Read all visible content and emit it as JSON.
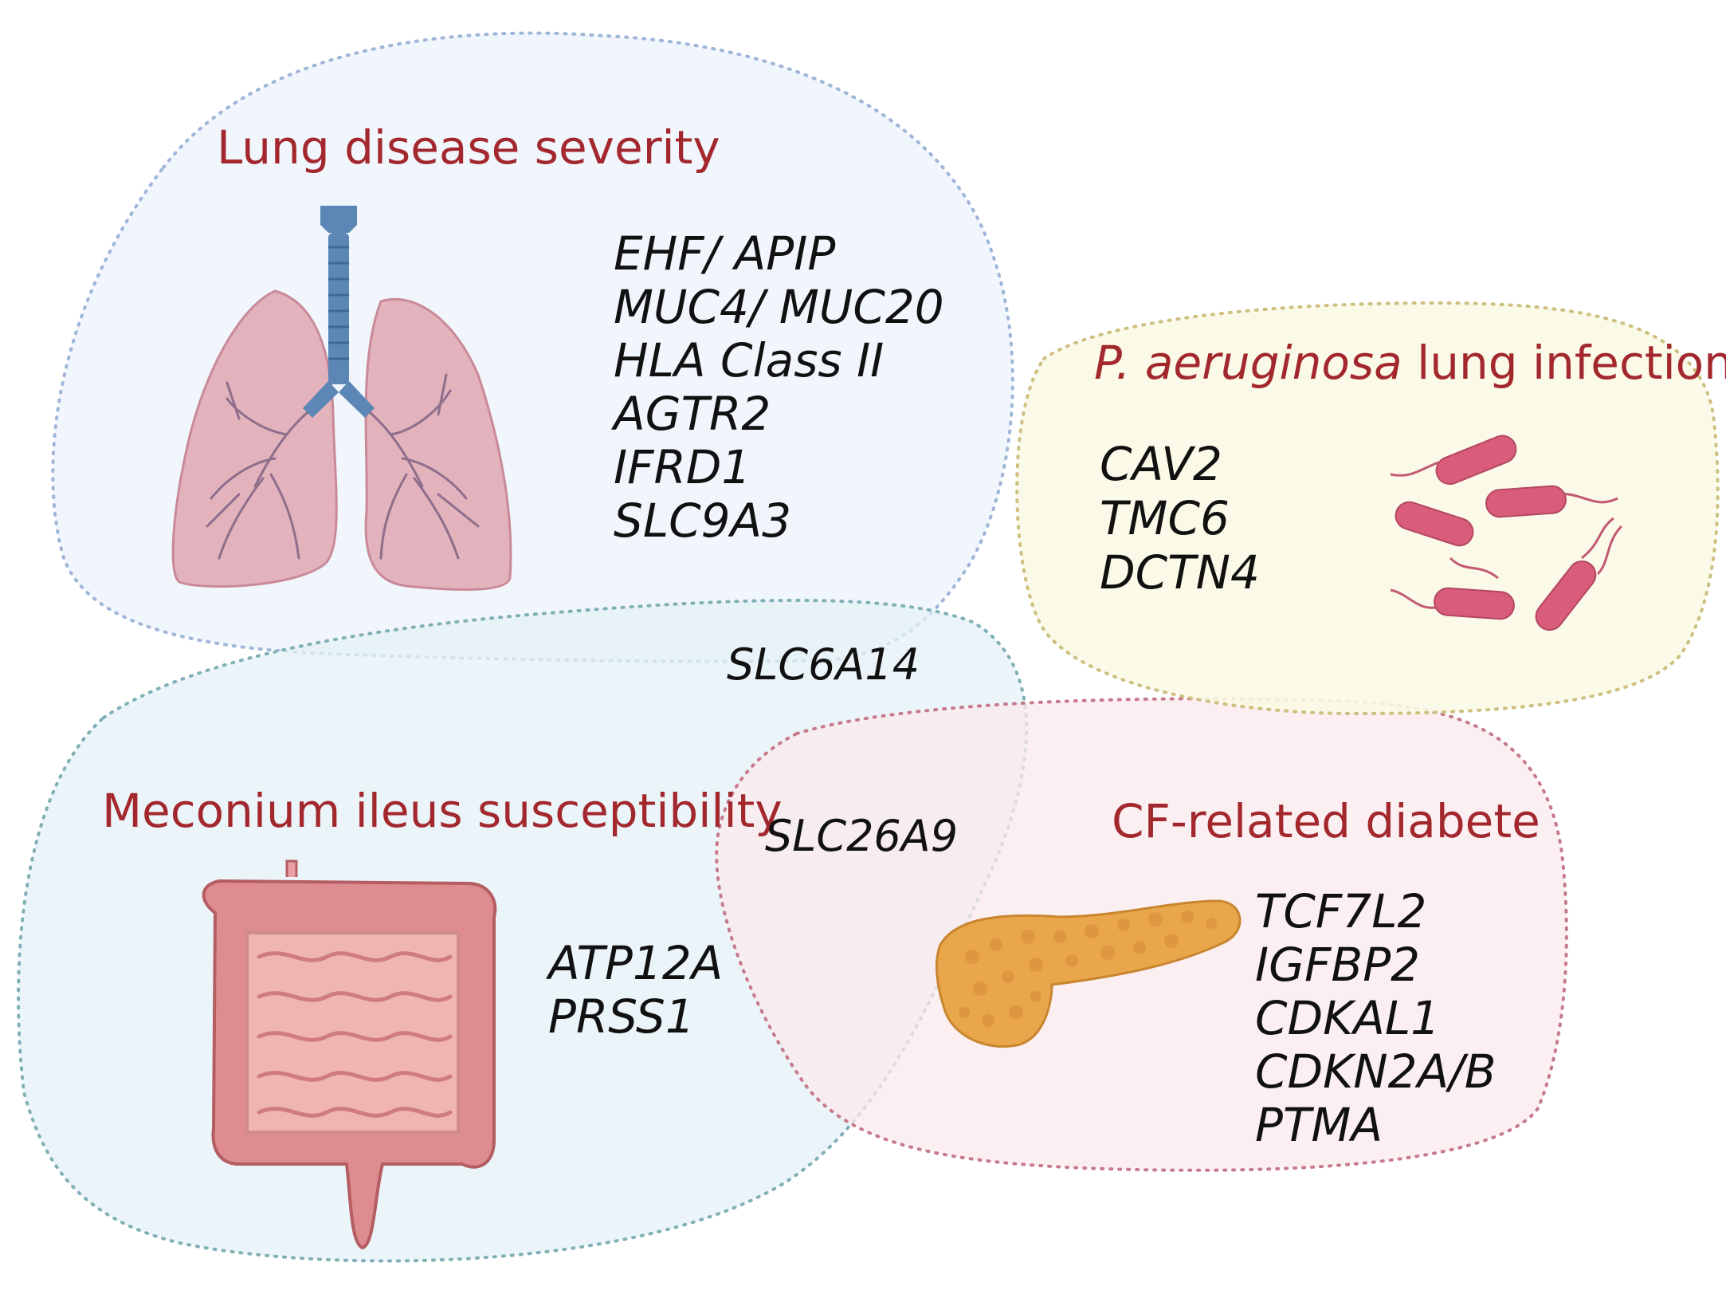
{
  "colors": {
    "title": "#a3282e",
    "gene_text": "#111111",
    "lung_region_fill": "#eef3fb",
    "lung_region_stroke": "#9fb5d8",
    "meconium_region_fill": "#e4f2f7",
    "meconium_region_stroke": "#7fb0b5",
    "diabetes_region_fill": "#fbe9ee",
    "diabetes_region_stroke": "#c67a8c",
    "infection_region_fill": "#fbf8e4",
    "infection_region_stroke": "#cdbf7e",
    "lung_tissue": "#e3b3bd",
    "trachea": "#5b86b5",
    "intestine": "#de8c8f",
    "pancreas": "#e9a64a",
    "bacteria": "#d95d7a"
  },
  "regions": {
    "lung": {
      "title": "Lung disease severity",
      "genes": [
        "EHF/ APIP",
        "MUC4/ MUC20",
        "HLA Class II",
        "AGTR2",
        "IFRD1",
        "SLC9A3"
      ],
      "icon": "lungs-icon"
    },
    "infection": {
      "title_italic": "P. aeruginosa",
      "title_rest": " lung infection",
      "genes": [
        "CAV2",
        "TMC6",
        "DCTN4"
      ],
      "icon": "bacteria-icon"
    },
    "meconium": {
      "title": "Meconium ileus susceptibility",
      "genes": [
        "ATP12A",
        "PRSS1"
      ],
      "icon": "intestine-icon"
    },
    "diabetes": {
      "title": "CF-related diabete",
      "genes": [
        "TCF7L2",
        "IGFBP2",
        "CDKAL1",
        "CDKN2A/B",
        "PTMA"
      ],
      "icon": "pancreas-icon"
    }
  },
  "shared": {
    "lung_meconium": "SLC6A14",
    "meconium_diabetes": "SLC26A9"
  }
}
